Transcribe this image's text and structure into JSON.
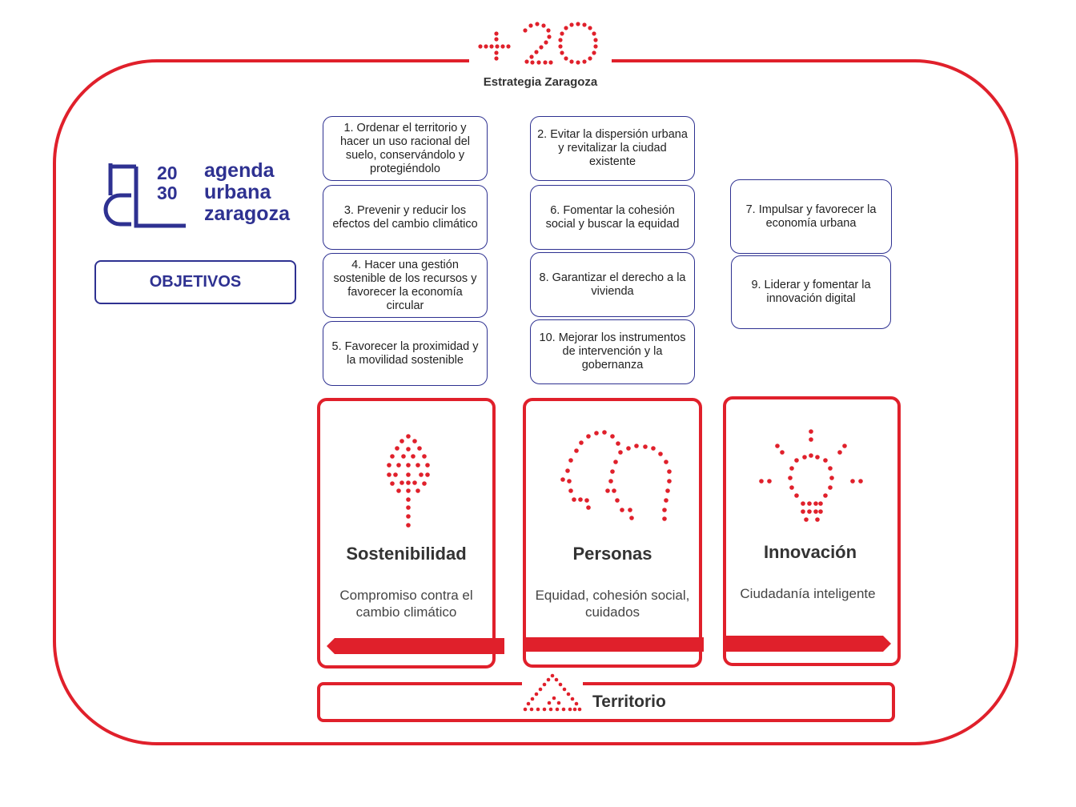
{
  "brand": {
    "logo_text": "+20",
    "subtitle": "Estrategia Zaragoza"
  },
  "agenda_logo": {
    "digits_top": "20",
    "digits_bottom": "30",
    "line1": "agenda",
    "line2": "urbana",
    "line3": "zaragoza"
  },
  "objectives_label": "OBJETIVOS",
  "goals": {
    "g1": "1. Ordenar el territorio y hacer un uso racional del suelo, conservándolo y protegiéndolo",
    "g2": "2. Evitar la dispersión urbana y revitalizar la ciudad existente",
    "g3": "3. Prevenir y reducir los efectos del cambio climático",
    "g4": "4. Hacer una gestión sostenible de los recursos y favorecer la economía circular",
    "g5": "5. Favorecer la proximidad y la movilidad sostenible",
    "g6": "6. Fomentar la cohesión social y buscar la equidad",
    "g7": "7. Impulsar y favorecer la economía urbana",
    "g8": "8. Garantizar el derecho a la vivienda",
    "g9": "9. Liderar y fomentar la innovación digital",
    "g10": "10. Mejorar los instrumentos de intervención y la gobernanza"
  },
  "pillars": {
    "sostenibilidad": {
      "title": "Sostenibilidad",
      "desc": "Compromiso contra el cambio climático",
      "icon": "tree-icon"
    },
    "personas": {
      "title": "Personas",
      "desc": "Equidad, cohesión social, cuidados",
      "icon": "people-icon"
    },
    "innovacion": {
      "title": "Innovación",
      "desc": "Ciudadanía inteligente",
      "icon": "lightbulb-icon"
    }
  },
  "territorio": {
    "label": "Territorio",
    "icon": "triangle-icon"
  },
  "colors": {
    "accent": "#e0202b",
    "brand_blue": "#2e3191"
  }
}
